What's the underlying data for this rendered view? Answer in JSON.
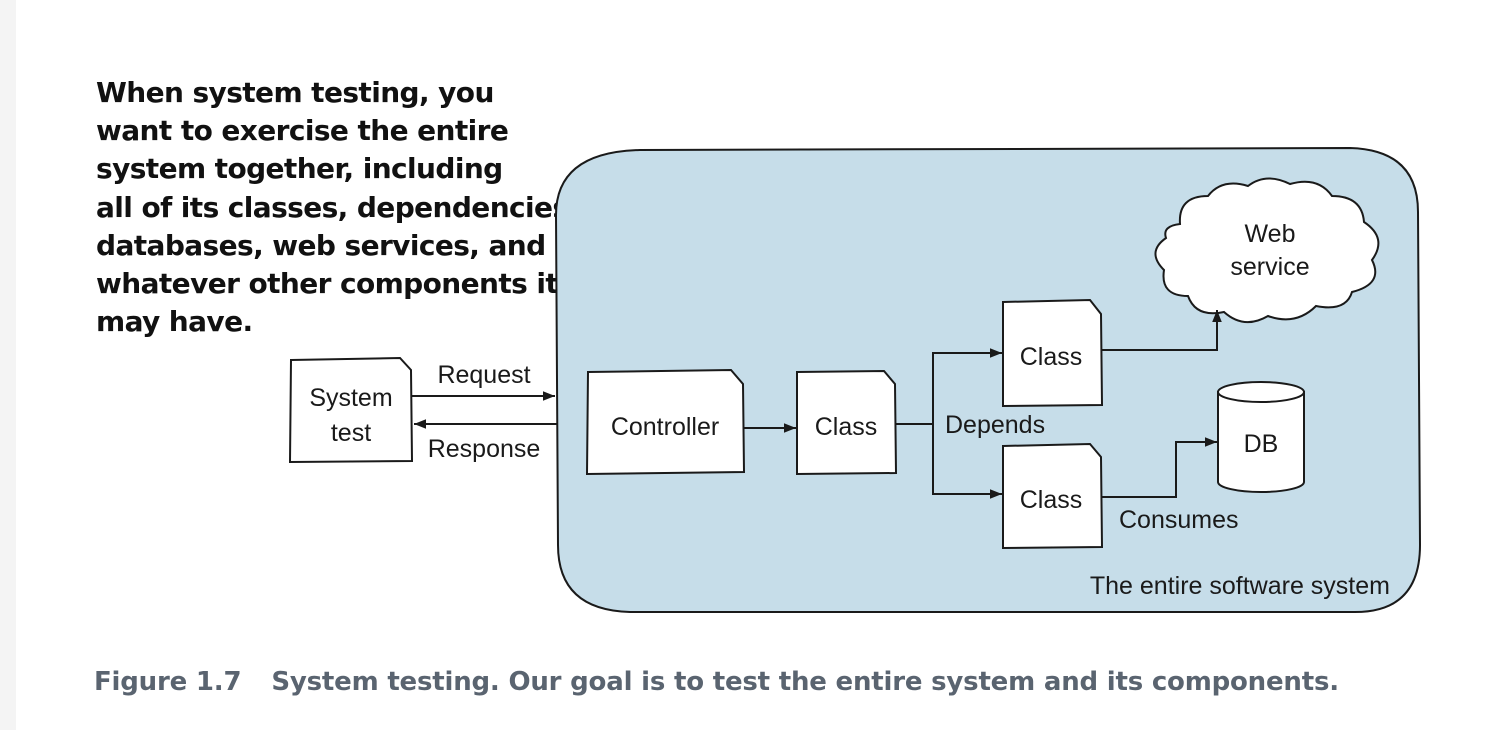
{
  "callout": {
    "lines": [
      "When system testing, you",
      "want to exercise the entire",
      "system together, including",
      "all of its classes, dependencies,",
      "databases, web services, and",
      "whatever other components it",
      "may have."
    ]
  },
  "diagram": {
    "system_label": "The entire software system",
    "system_test": {
      "line1": "System",
      "line2": "test"
    },
    "request_label": "Request",
    "response_label": "Response",
    "controller_label": "Controller",
    "class_middle_label": "Class",
    "class_top_label": "Class",
    "class_bottom_label": "Class",
    "depends_label": "Depends",
    "consumes_label": "Consumes",
    "web_service": {
      "line1": "Web",
      "line2": "service"
    },
    "db_label": "DB",
    "colors": {
      "system_fill": "#c6dde9",
      "stroke": "#1a1a1a",
      "box_fill": "#ffffff"
    }
  },
  "caption": {
    "label": "Figure 1.7",
    "text": "System testing. Our goal is to test the entire system and its components."
  }
}
